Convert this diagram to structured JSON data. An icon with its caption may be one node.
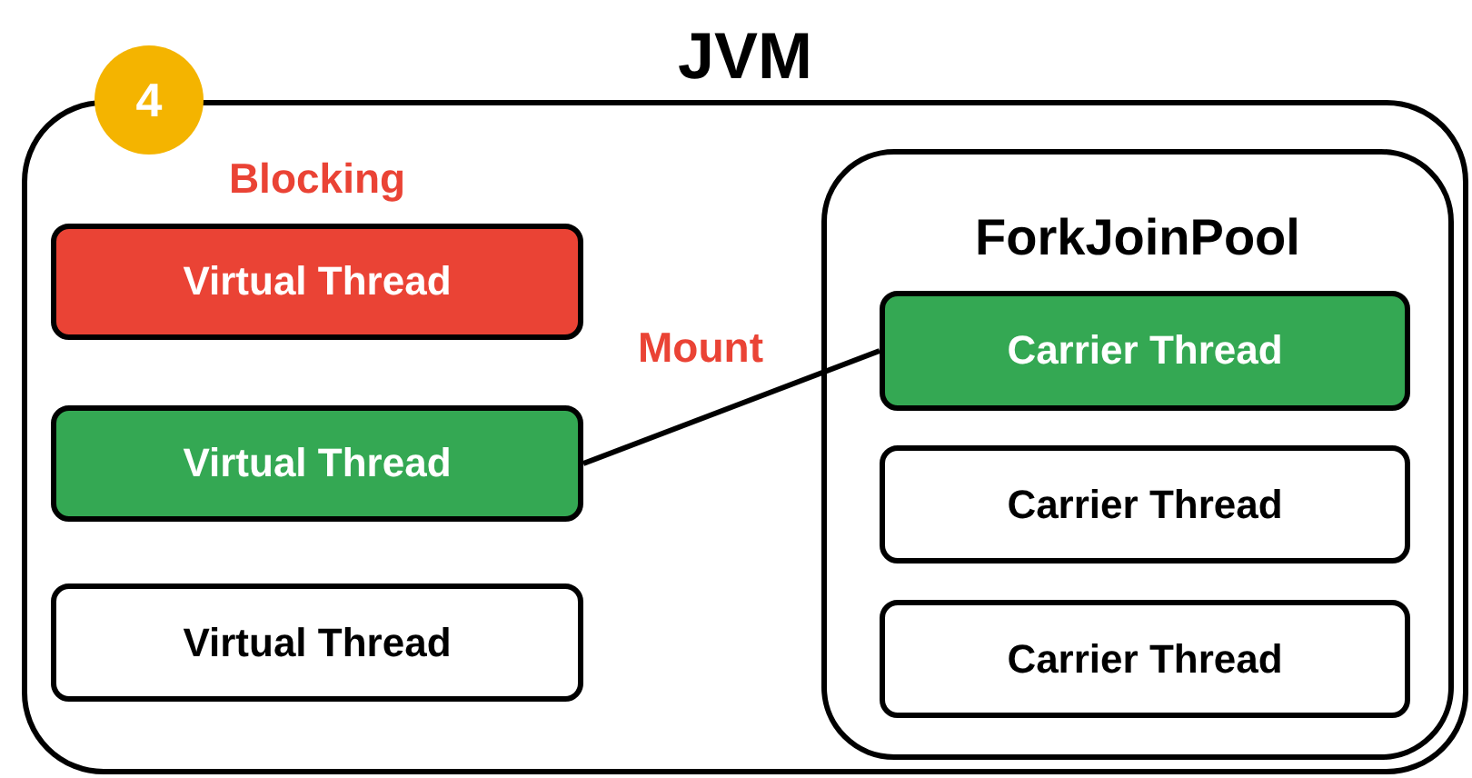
{
  "diagram": {
    "nodes": [
      {
        "text": [
          "JVM"
        ]
      },
      {
        "text": [
          "4"
        ]
      },
      {
        "text": [
          "Virtual Thread"
        ],
        "in": 0,
        "beside": [
          "Blocking"
        ]
      },
      {
        "text": [
          "Virtual Thread"
        ],
        "in": 0
      },
      {
        "text": [
          "Virtual Thread"
        ],
        "in": 0
      },
      {
        "text": [
          "ForkJoinPool"
        ],
        "in": 0
      },
      {
        "text": [
          "Carrier Thread"
        ],
        "in": 5
      },
      {
        "text": [
          "Carrier Thread"
        ],
        "in": 5
      },
      {
        "text": [
          "Carrier Thread"
        ],
        "in": 5
      }
    ],
    "edges": [
      {
        "from": 3,
        "to": 6,
        "arrow": "none",
        "label": "Mount"
      }
    ]
  }
}
